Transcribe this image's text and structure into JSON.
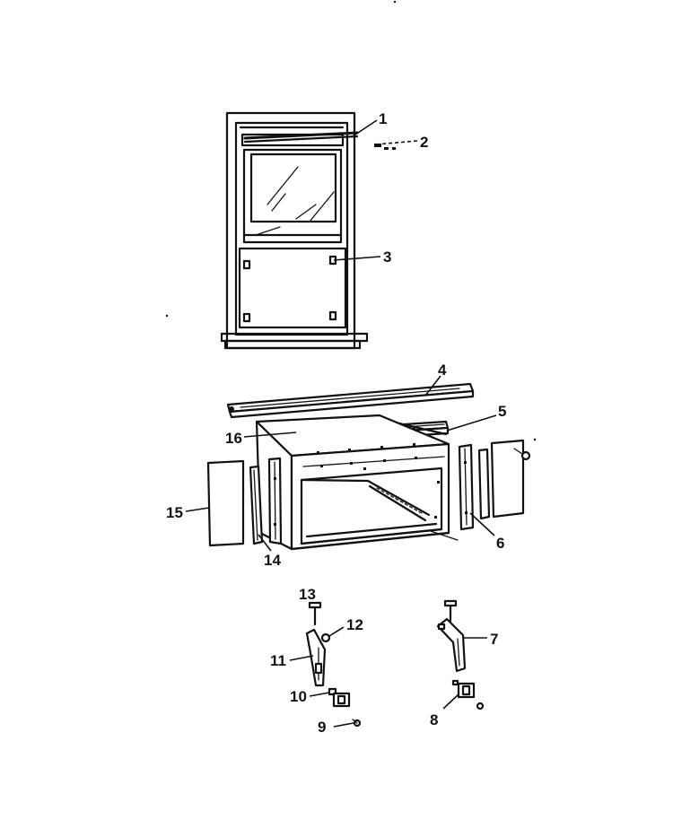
{
  "callouts": [
    {
      "id": "1",
      "part": "part-1"
    },
    {
      "id": "2",
      "part": "part-2"
    },
    {
      "id": "3",
      "part": "part-3"
    },
    {
      "id": "4",
      "part": "part-4"
    },
    {
      "id": "5",
      "part": "part-5"
    },
    {
      "id": "6",
      "part": "part-6"
    },
    {
      "id": "7",
      "part": "part-7"
    },
    {
      "id": "8",
      "part": "part-8"
    },
    {
      "id": "9",
      "part": "part-9"
    },
    {
      "id": "10",
      "part": "part-10"
    },
    {
      "id": "11",
      "part": "part-11"
    },
    {
      "id": "12",
      "part": "part-12"
    },
    {
      "id": "13",
      "part": "part-13"
    },
    {
      "id": "14",
      "part": "part-14"
    },
    {
      "id": "15",
      "part": "part-15"
    },
    {
      "id": "16",
      "part": "part-16"
    }
  ],
  "colors": {
    "ink": "#111111",
    "paper": "#ffffff"
  }
}
